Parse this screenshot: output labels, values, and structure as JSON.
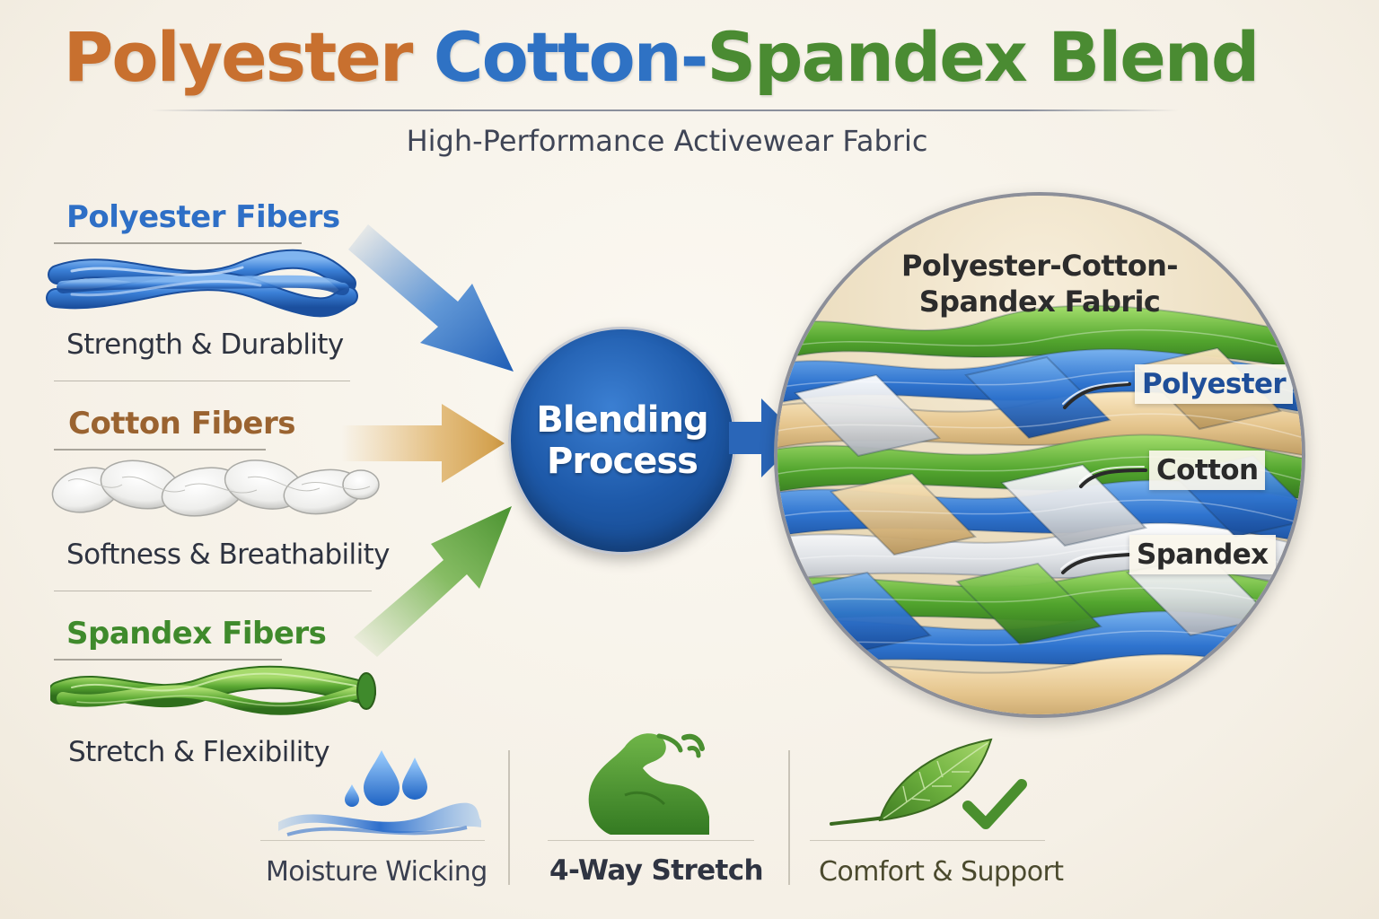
{
  "title": {
    "word1": "Polyester",
    "word2": "Cotton-",
    "word3": "Spandex Blend",
    "colors": {
      "word1": "#c8702f",
      "word2": "#2f72c4",
      "word3": "#4a8b32"
    }
  },
  "subtitle": "High-Performance Activewear Fabric",
  "fibers": [
    {
      "title": "Polyester Fibers",
      "description": "Strength & Durablity",
      "color": "#2e6fc6"
    },
    {
      "title": "Cotton Fibers",
      "description": "Softness & Breathability",
      "color": "#9a6330"
    },
    {
      "title": "Spandex Fibers",
      "description": "Stretch & Flexibility",
      "color": "#3f8a2c"
    }
  ],
  "process": {
    "line1": "Blending",
    "line2": "Process"
  },
  "fabric": {
    "title_line1": "Polyester-Cotton-",
    "title_line2": "Spandex Fabric",
    "callouts": [
      {
        "label": "Polyester",
        "color": "#1f4f99"
      },
      {
        "label": "Cotton",
        "color": "#2a2a2a"
      },
      {
        "label": "Spandex",
        "color": "#2a2a2a"
      }
    ]
  },
  "benefits": [
    {
      "label": "Moisture Wicking",
      "color": "#3a3f4f"
    },
    {
      "label": "4-Way Stretch",
      "color": "#2f3442"
    },
    {
      "label": "Comfort & Support",
      "color": "#4b4a2e"
    }
  ],
  "icons": {
    "moisture": "water-drops-icon",
    "stretch": "flexed-arm-icon",
    "comfort": "leaf-check-icon"
  }
}
